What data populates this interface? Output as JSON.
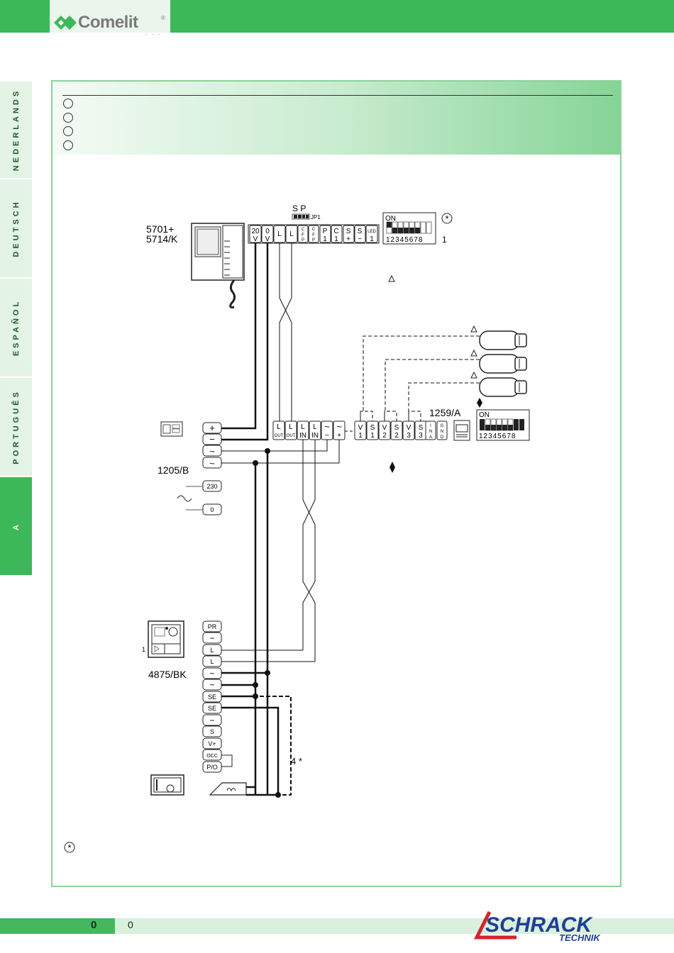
{
  "header": {
    "brand": "Comelit",
    "brand_mark": "®",
    "brand_dots": "· · ·"
  },
  "side_tabs": [
    {
      "label": "NEDERLANDS",
      "active": false
    },
    {
      "label": "DEUTSCH",
      "active": false
    },
    {
      "label": "ESPAÑOL",
      "active": false
    },
    {
      "label": "PORTUGUÊS",
      "active": false
    },
    {
      "label": "A",
      "active": true
    }
  ],
  "diagram": {
    "monitor_model_a": "5701+",
    "monitor_model_b": "5714/K",
    "monitor_terms": [
      {
        "top": "20",
        "bottom": "V"
      },
      {
        "top": "0",
        "bottom": "V"
      },
      {
        "top": "L",
        "bottom": ""
      },
      {
        "top": "L",
        "bottom": ""
      },
      {
        "top": "C",
        "mid": "F",
        "bottom": "P"
      },
      {
        "top": "C",
        "mid": "F",
        "bottom": "P"
      },
      {
        "top": "P",
        "bottom": "1"
      },
      {
        "top": "C",
        "bottom": "1"
      },
      {
        "top": "S",
        "bottom": "+"
      },
      {
        "top": "S",
        "bottom": "−"
      },
      {
        "top": "LED",
        "bottom": "1"
      }
    ],
    "jumper_sp": "S P",
    "jumper_label": "JP1",
    "dip_on": "ON",
    "dip_numbers": "12345678",
    "dip_note_number": "1",
    "psu_model": "1205/B",
    "psu_terms": [
      "+",
      "−",
      "~",
      "~"
    ],
    "mains_terms": [
      "230",
      "0"
    ],
    "switcher_model": "1259/A",
    "switcher_terms": [
      {
        "top": "L",
        "bottom": "OUT"
      },
      {
        "top": "L",
        "bottom": "OUT"
      },
      {
        "top": "L",
        "bottom": "IN"
      },
      {
        "top": "L",
        "bottom": "IN"
      },
      {
        "top": "~",
        "bottom": "−"
      },
      {
        "top": "~",
        "bottom": "+"
      },
      {
        "top": "V",
        "bottom": "1"
      },
      {
        "top": "S",
        "bottom": "1"
      },
      {
        "top": "V",
        "bottom": "2"
      },
      {
        "top": "S",
        "bottom": "2"
      },
      {
        "top": "V",
        "bottom": "3"
      },
      {
        "top": "S",
        "bottom": "3"
      },
      {
        "top": "I",
        "mid": "N",
        "bottom": "A"
      },
      {
        "top": "G",
        "mid": "N",
        "bottom": "D"
      }
    ],
    "switcher_dip_on": "ON",
    "switcher_dip_numbers": "12345678",
    "panel_model": "4875/BK",
    "panel_number": "1",
    "panel_terms": [
      "PR",
      "−",
      "L",
      "L",
      "~",
      "~",
      "SE",
      "SE",
      "−",
      "S",
      "V+",
      "OCC",
      "P/O"
    ],
    "lock_note": "4 *"
  },
  "footer": {
    "page_left": "0",
    "page_right": "0",
    "brand_top": "SCHRACK",
    "brand_bottom": "TECHNIK",
    "brand_color": "#1f3f95",
    "brand_accent": "#d4242a"
  }
}
